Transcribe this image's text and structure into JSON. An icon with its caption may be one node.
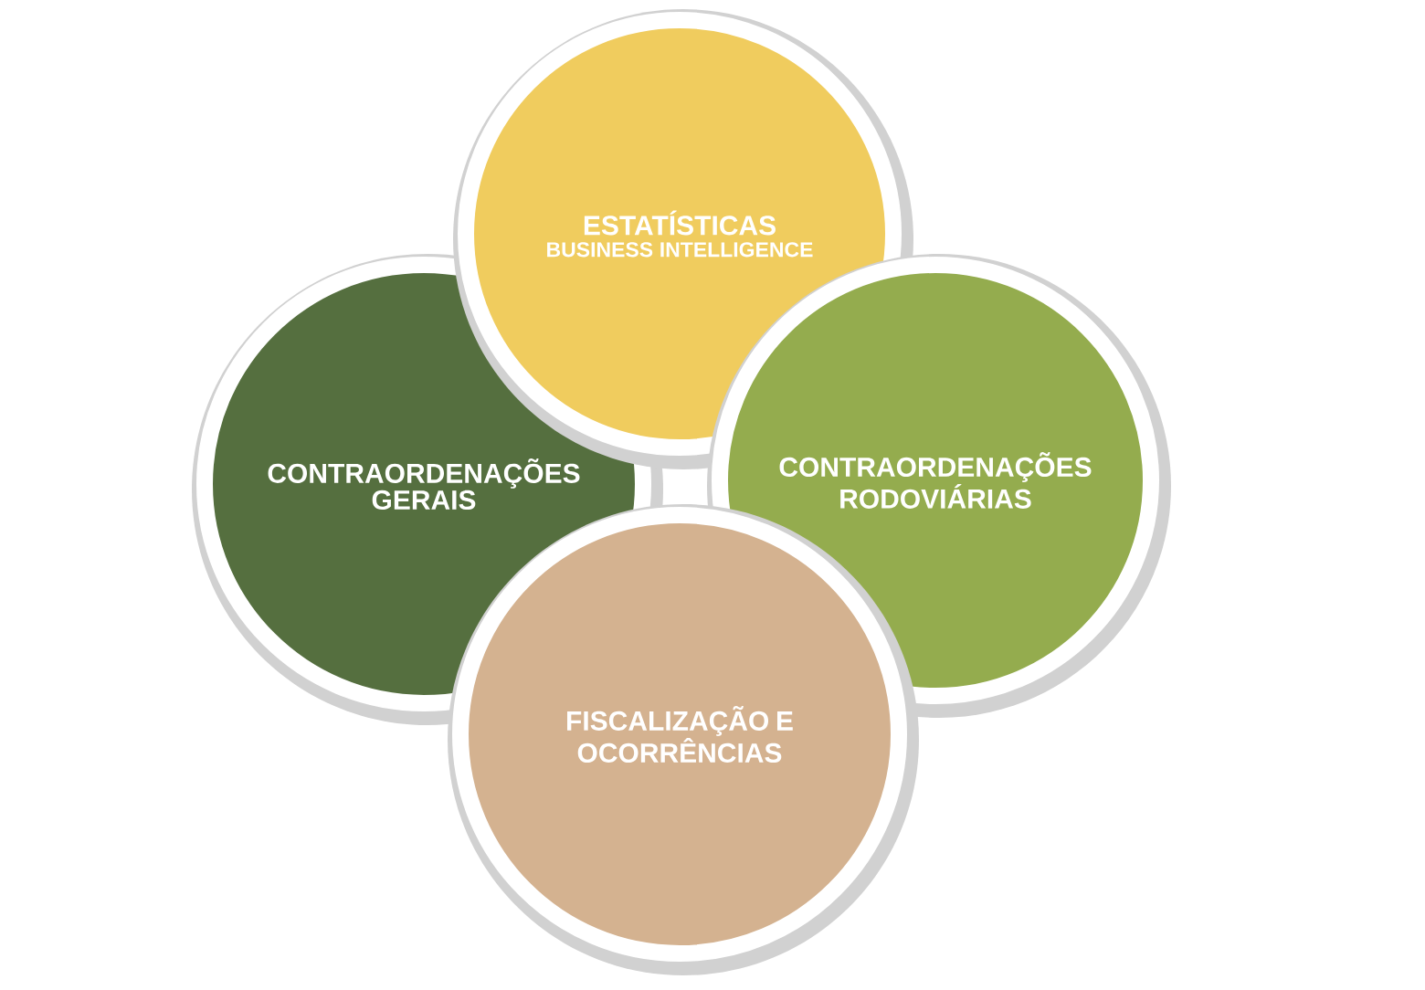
{
  "diagram": {
    "nodes": [
      {
        "text": [
          "ESTATÍSTICAS",
          "BUSINESS INTELLIGENCE"
        ]
      },
      {
        "text": [
          "CONTRAORDENAÇÕES GERAIS"
        ]
      },
      {
        "text": [
          "CONTRAORDENAÇÕES RODOVIÁRIAS"
        ]
      },
      {
        "text": [
          "FISCALIZAÇÃO E OCORRÊNCIAS"
        ]
      }
    ]
  }
}
